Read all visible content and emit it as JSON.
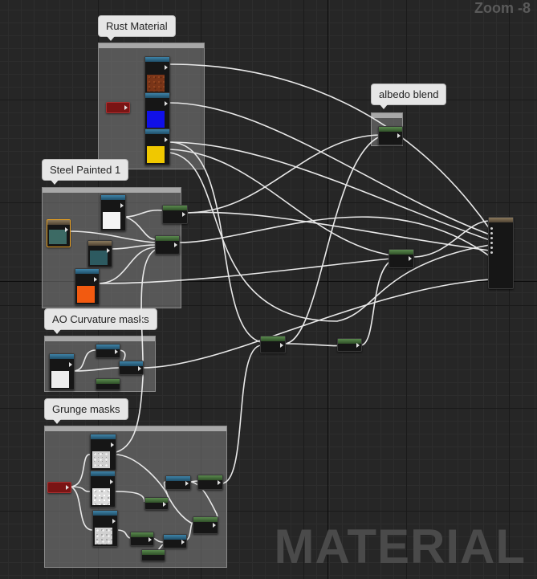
{
  "editor": {
    "zoom_label": "Zoom -8",
    "watermark": "MATERIAL"
  },
  "comments": [
    {
      "id": "rust-material",
      "label": "Rust Material"
    },
    {
      "id": "steel-painted",
      "label": "Steel Painted 1"
    },
    {
      "id": "albedo-blend",
      "label": "albedo blend"
    },
    {
      "id": "ao-curvature",
      "label": "AO Curvature masks"
    },
    {
      "id": "grunge-masks",
      "label": "Grunge masks"
    }
  ],
  "colors": {
    "texture_rust": "#7a3518",
    "texture_blue": "#1010e8",
    "texture_yellow": "#f0c800",
    "texture_white": "#f4f4f4",
    "texture_teal": "#3c6a64",
    "texture_teal_dark": "#2d5a60",
    "texture_orange": "#f25a10",
    "texture_ao": "#ececec",
    "wire": "#e8e8e8",
    "texture_node_header": "#2f6a8a",
    "math_node_header": "#4a7a3e",
    "param_node": "#8a1a1a",
    "selection": "#e8a020"
  },
  "icons": {
    "output_pin": "triangle-right",
    "input_pin": "circle"
  }
}
